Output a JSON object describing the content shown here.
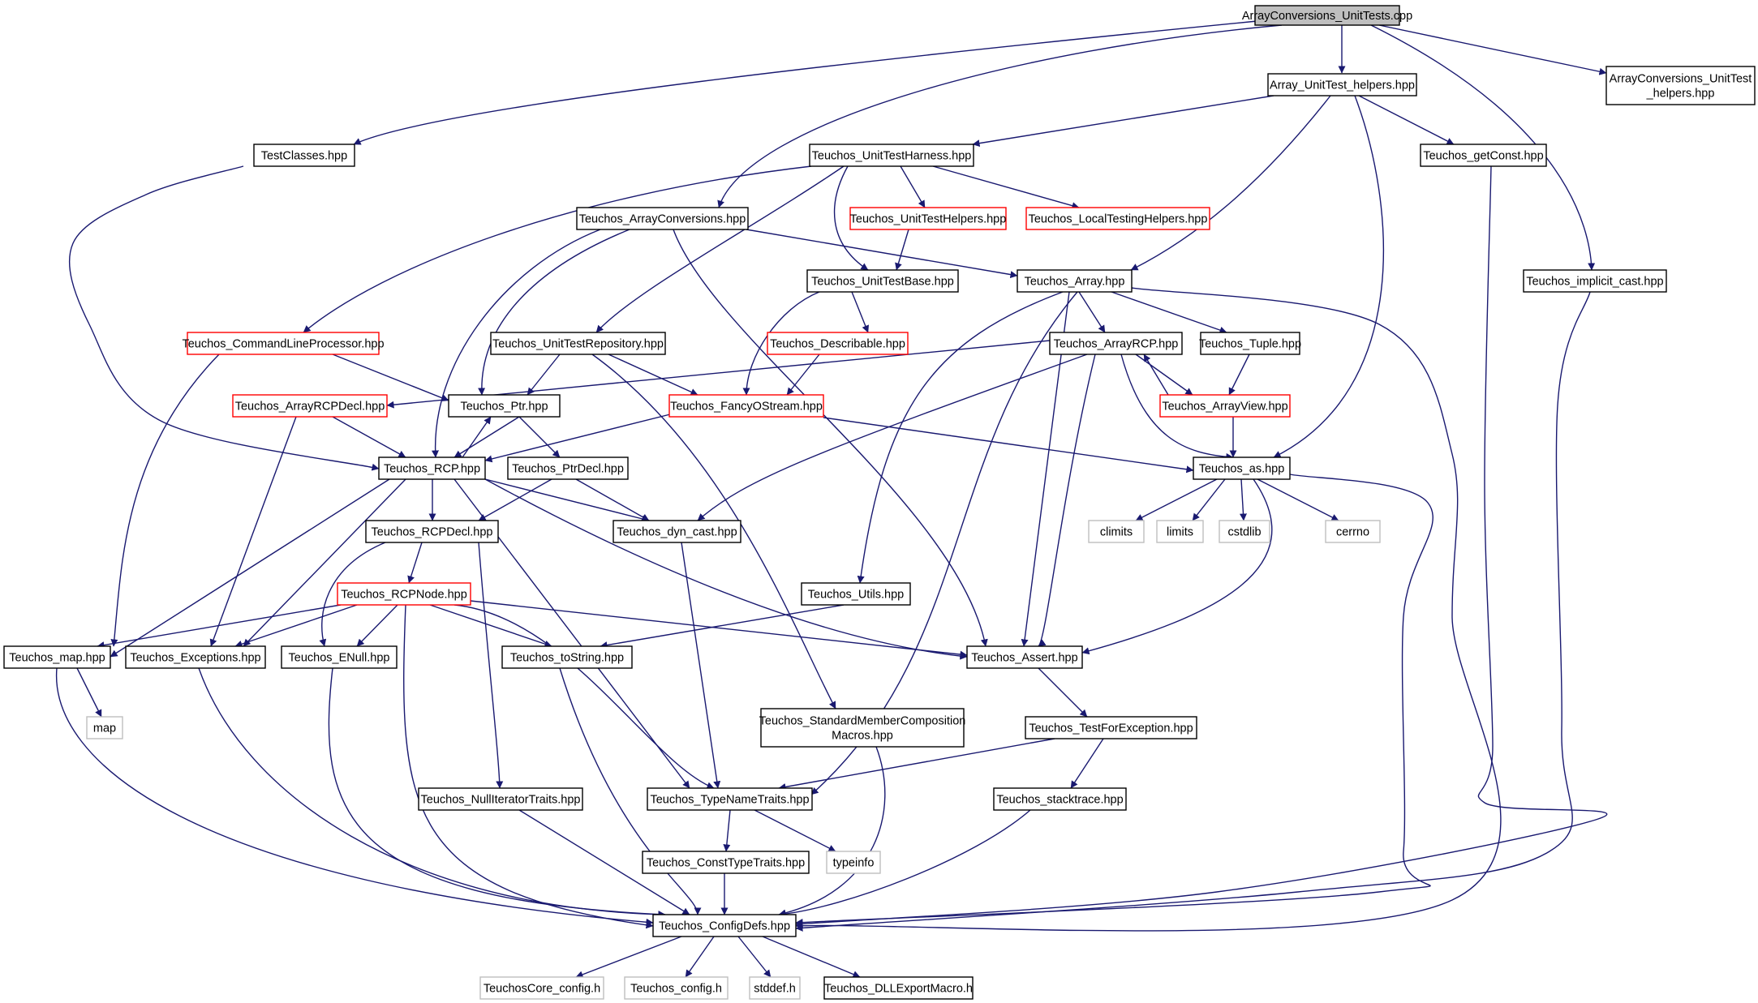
{
  "diagram": {
    "colors": {
      "edge": "#191970",
      "root_fill": "#bfbfbf",
      "normal_border": "#000000",
      "truncated_border": "#ff0000",
      "system_border": "#bfbfbf",
      "system_text": "#444444"
    },
    "nodes": [
      {
        "id": "root",
        "label": "ArrayConversions_UnitTests.cpp",
        "kind": "root"
      },
      {
        "id": "helpers",
        "label": "Array_UnitTest_helpers.hpp",
        "kind": "normal"
      },
      {
        "id": "acuth",
        "label": [
          "ArrayConversions_UnitTest",
          "_helpers.hpp"
        ],
        "kind": "normal"
      },
      {
        "id": "testclasses",
        "label": "TestClasses.hpp",
        "kind": "normal"
      },
      {
        "id": "harness",
        "label": "Teuchos_UnitTestHarness.hpp",
        "kind": "normal"
      },
      {
        "id": "getconst",
        "label": "Teuchos_getConst.hpp",
        "kind": "normal"
      },
      {
        "id": "arrconv",
        "label": "Teuchos_ArrayConversions.hpp",
        "kind": "normal"
      },
      {
        "id": "uthelpers",
        "label": "Teuchos_UnitTestHelpers.hpp",
        "kind": "truncated"
      },
      {
        "id": "localtesting",
        "label": "Teuchos_LocalTestingHelpers.hpp",
        "kind": "truncated"
      },
      {
        "id": "utbase",
        "label": "Teuchos_UnitTestBase.hpp",
        "kind": "normal"
      },
      {
        "id": "array",
        "label": "Teuchos_Array.hpp",
        "kind": "normal"
      },
      {
        "id": "implicit",
        "label": "Teuchos_implicit_cast.hpp",
        "kind": "normal"
      },
      {
        "id": "clp",
        "label": "Teuchos_CommandLineProcessor.hpp",
        "kind": "truncated"
      },
      {
        "id": "utrepo",
        "label": "Teuchos_UnitTestRepository.hpp",
        "kind": "normal"
      },
      {
        "id": "describable",
        "label": "Teuchos_Describable.hpp",
        "kind": "truncated"
      },
      {
        "id": "arrayrcp",
        "label": "Teuchos_ArrayRCP.hpp",
        "kind": "normal"
      },
      {
        "id": "tuple",
        "label": "Teuchos_Tuple.hpp",
        "kind": "normal"
      },
      {
        "id": "arcpdecl",
        "label": "Teuchos_ArrayRCPDecl.hpp",
        "kind": "truncated"
      },
      {
        "id": "ptr",
        "label": "Teuchos_Ptr.hpp",
        "kind": "normal"
      },
      {
        "id": "fancy",
        "label": "Teuchos_FancyOStream.hpp",
        "kind": "truncated"
      },
      {
        "id": "arrayview",
        "label": "Teuchos_ArrayView.hpp",
        "kind": "truncated"
      },
      {
        "id": "rcp",
        "label": "Teuchos_RCP.hpp",
        "kind": "normal"
      },
      {
        "id": "ptrdecl",
        "label": "Teuchos_PtrDecl.hpp",
        "kind": "normal"
      },
      {
        "id": "as",
        "label": "Teuchos_as.hpp",
        "kind": "normal"
      },
      {
        "id": "rcpdecl",
        "label": "Teuchos_RCPDecl.hpp",
        "kind": "normal"
      },
      {
        "id": "dyncast",
        "label": "Teuchos_dyn_cast.hpp",
        "kind": "normal"
      },
      {
        "id": "climits",
        "label": "climits",
        "kind": "system"
      },
      {
        "id": "limits",
        "label": "limits",
        "kind": "system"
      },
      {
        "id": "cstdlib",
        "label": "cstdlib",
        "kind": "system"
      },
      {
        "id": "cerrno",
        "label": "cerrno",
        "kind": "system"
      },
      {
        "id": "rcpnode",
        "label": "Teuchos_RCPNode.hpp",
        "kind": "truncated"
      },
      {
        "id": "utils",
        "label": "Teuchos_Utils.hpp",
        "kind": "normal"
      },
      {
        "id": "map",
        "label": "Teuchos_map.hpp",
        "kind": "normal"
      },
      {
        "id": "exceptions",
        "label": "Teuchos_Exceptions.hpp",
        "kind": "normal"
      },
      {
        "id": "enull",
        "label": "Teuchos_ENull.hpp",
        "kind": "normal"
      },
      {
        "id": "tostring",
        "label": "Teuchos_toString.hpp",
        "kind": "normal"
      },
      {
        "id": "assert",
        "label": "Teuchos_Assert.hpp",
        "kind": "normal"
      },
      {
        "id": "stdmember",
        "label": [
          "Teuchos_StandardMemberComposition",
          "Macros.hpp"
        ],
        "kind": "normal"
      },
      {
        "id": "mapsys",
        "label": "map",
        "kind": "system"
      },
      {
        "id": "testforexc",
        "label": "Teuchos_TestForException.hpp",
        "kind": "normal"
      },
      {
        "id": "nulliter",
        "label": "Teuchos_NullIteratorTraits.hpp",
        "kind": "normal"
      },
      {
        "id": "typename",
        "label": "Teuchos_TypeNameTraits.hpp",
        "kind": "normal"
      },
      {
        "id": "stacktrace",
        "label": "Teuchos_stacktrace.hpp",
        "kind": "normal"
      },
      {
        "id": "consttype",
        "label": "Teuchos_ConstTypeTraits.hpp",
        "kind": "normal"
      },
      {
        "id": "typeinfo",
        "label": "typeinfo",
        "kind": "system"
      },
      {
        "id": "configdefs",
        "label": "Teuchos_ConfigDefs.hpp",
        "kind": "normal"
      },
      {
        "id": "coreconfig",
        "label": "TeuchosCore_config.h",
        "kind": "system"
      },
      {
        "id": "config",
        "label": "Teuchos_config.h",
        "kind": "system"
      },
      {
        "id": "stddef",
        "label": "stddef.h",
        "kind": "system"
      },
      {
        "id": "dllexport",
        "label": "Teuchos_DLLExportMacro.h",
        "kind": "normal"
      }
    ],
    "edges": [
      [
        "root",
        "helpers"
      ],
      [
        "root",
        "acuth"
      ],
      [
        "root",
        "testclasses"
      ],
      [
        "root",
        "arrconv"
      ],
      [
        "root",
        "implicit"
      ],
      [
        "helpers",
        "harness"
      ],
      [
        "helpers",
        "getconst"
      ],
      [
        "helpers",
        "array"
      ],
      [
        "helpers",
        "as"
      ],
      [
        "testclasses",
        "rcp"
      ],
      [
        "harness",
        "uthelpers"
      ],
      [
        "harness",
        "localtesting"
      ],
      [
        "harness",
        "utbase"
      ],
      [
        "harness",
        "clp"
      ],
      [
        "harness",
        "utrepo"
      ],
      [
        "arrconv",
        "array"
      ],
      [
        "arrconv",
        "rcp"
      ],
      [
        "arrconv",
        "ptr"
      ],
      [
        "arrconv",
        "assert"
      ],
      [
        "uthelpers",
        "utbase"
      ],
      [
        "utbase",
        "describable"
      ],
      [
        "utbase",
        "fancy"
      ],
      [
        "describable",
        "fancy"
      ],
      [
        "array",
        "arrayrcp"
      ],
      [
        "array",
        "tuple"
      ],
      [
        "array",
        "utils"
      ],
      [
        "array",
        "assert"
      ],
      [
        "array",
        "typename"
      ],
      [
        "array",
        "configdefs"
      ],
      [
        "clp",
        "ptr"
      ],
      [
        "clp",
        "map"
      ],
      [
        "utrepo",
        "ptr"
      ],
      [
        "utrepo",
        "fancy"
      ],
      [
        "utrepo",
        "stdmember"
      ],
      [
        "arrayrcp",
        "arcpdecl"
      ],
      [
        "arrayrcp",
        "arrayview"
      ],
      [
        "arrayrcp",
        "as"
      ],
      [
        "arrayrcp",
        "dyncast"
      ],
      [
        "arrayrcp",
        "assert"
      ],
      [
        "tuple",
        "arrayview"
      ],
      [
        "arrayview",
        "arrayrcp"
      ],
      [
        "arrayview",
        "as"
      ],
      [
        "arcpdecl",
        "rcp"
      ],
      [
        "arcpdecl",
        "exceptions"
      ],
      [
        "ptr",
        "rcp"
      ],
      [
        "ptr",
        "ptrdecl"
      ],
      [
        "fancy",
        "rcp"
      ],
      [
        "fancy",
        "as"
      ],
      [
        "rcp",
        "ptr"
      ],
      [
        "rcp",
        "rcpdecl"
      ],
      [
        "rcp",
        "dyncast"
      ],
      [
        "rcp",
        "map"
      ],
      [
        "rcp",
        "exceptions"
      ],
      [
        "rcp",
        "assert"
      ],
      [
        "rcp",
        "typename"
      ],
      [
        "ptrdecl",
        "rcpdecl"
      ],
      [
        "ptrdecl",
        "dyncast"
      ],
      [
        "as",
        "climits"
      ],
      [
        "as",
        "limits"
      ],
      [
        "as",
        "cstdlib"
      ],
      [
        "as",
        "cerrno"
      ],
      [
        "as",
        "assert"
      ],
      [
        "as",
        "configdefs"
      ],
      [
        "rcpdecl",
        "rcpnode"
      ],
      [
        "rcpdecl",
        "enull"
      ],
      [
        "rcpdecl",
        "nulliter"
      ],
      [
        "dyncast",
        "typename"
      ],
      [
        "rcpnode",
        "map"
      ],
      [
        "rcpnode",
        "exceptions"
      ],
      [
        "rcpnode",
        "enull"
      ],
      [
        "rcpnode",
        "tostring"
      ],
      [
        "rcpnode",
        "assert"
      ],
      [
        "rcpnode",
        "typename"
      ],
      [
        "rcpnode",
        "configdefs"
      ],
      [
        "utils",
        "tostring"
      ],
      [
        "map",
        "mapsys"
      ],
      [
        "map",
        "configdefs"
      ],
      [
        "exceptions",
        "configdefs"
      ],
      [
        "enull",
        "configdefs"
      ],
      [
        "tostring",
        "configdefs"
      ],
      [
        "assert",
        "testforexc"
      ],
      [
        "testforexc",
        "typename"
      ],
      [
        "testforexc",
        "stacktrace"
      ],
      [
        "stdmember",
        "configdefs"
      ],
      [
        "nulliter",
        "configdefs"
      ],
      [
        "typename",
        "consttype"
      ],
      [
        "typename",
        "typeinfo"
      ],
      [
        "stacktrace",
        "configdefs"
      ],
      [
        "consttype",
        "configdefs"
      ],
      [
        "getconst",
        "configdefs"
      ],
      [
        "implicit",
        "configdefs"
      ],
      [
        "configdefs",
        "coreconfig"
      ],
      [
        "configdefs",
        "config"
      ],
      [
        "configdefs",
        "stddef"
      ],
      [
        "configdefs",
        "dllexport"
      ]
    ]
  }
}
